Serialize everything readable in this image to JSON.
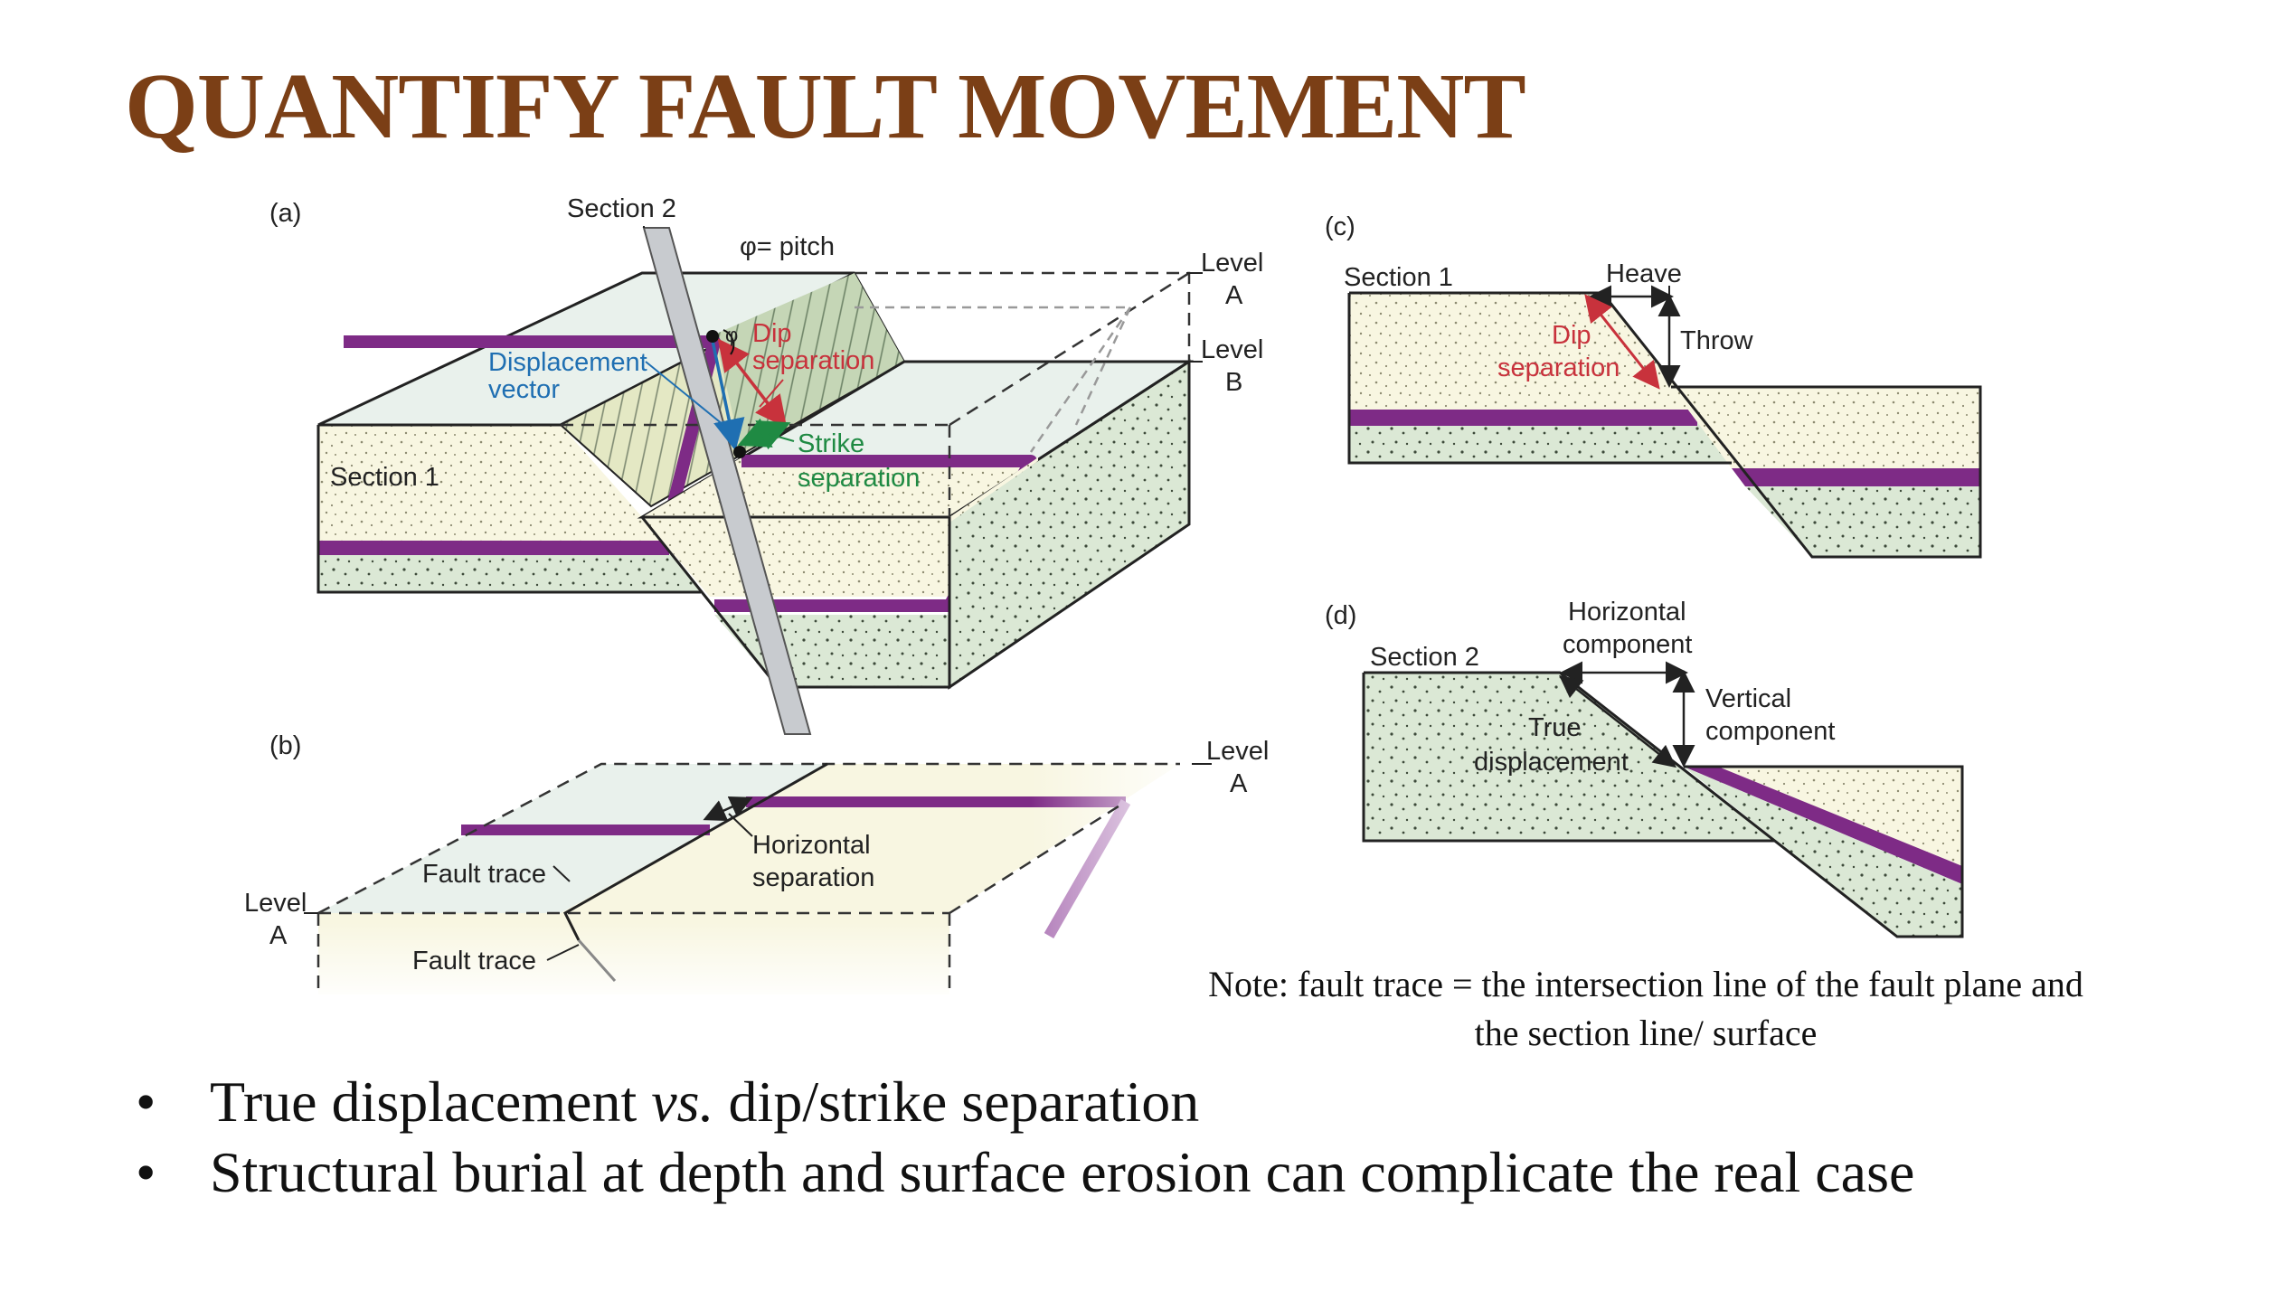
{
  "slide": {
    "title": "QUANTIFY FAULT MOVEMENT",
    "note": "Note: fault trace = the intersection line of the fault plane and the section line/ surface",
    "bullets": [
      {
        "marker": "•",
        "parts": [
          "True displacement ",
          "vs.",
          " dip/strike separation"
        ]
      },
      {
        "marker": "•",
        "text": "Structural burial at depth and surface erosion can complicate the real case"
      }
    ]
  },
  "figure": {
    "panel_a": {
      "tag": "(a)",
      "section2": "Section 2",
      "pitch": "φ= pitch",
      "phi": "φ",
      "level_a": [
        "Level",
        "A"
      ],
      "level_b": [
        "Level",
        "B"
      ],
      "displacement_vector": [
        "Displacement",
        "vector"
      ],
      "dip_separation": [
        "Dip",
        "separation"
      ],
      "strike_separation": [
        "Strike",
        "separation"
      ],
      "section1": "Section 1"
    },
    "panel_b": {
      "tag": "(b)",
      "level_a_right": [
        "Level",
        "A"
      ],
      "level_a_left": [
        "Level",
        "A"
      ],
      "fault_trace_upper": "Fault trace",
      "fault_trace_lower": "Fault trace",
      "horizontal_separation": [
        "Horizontal",
        "separation"
      ]
    },
    "panel_c": {
      "tag": "(c)",
      "section1": "Section 1",
      "heave": "Heave",
      "throw": "Throw",
      "dip_separation": [
        "Dip",
        "separation"
      ]
    },
    "panel_d": {
      "tag": "(d)",
      "section2": "Section 2",
      "horizontal_component": [
        "Horizontal",
        "component"
      ],
      "vertical_component": [
        "Vertical",
        "component"
      ],
      "true_displacement": [
        "True",
        "displacement"
      ]
    }
  },
  "colors": {
    "title": "#7b3f16",
    "marker_bed": "#7e2b86",
    "sand": "#f8f6e1",
    "green_layer": "#dbe8d5",
    "top_surface": "#e9f1ec",
    "fault_plane": "#c5d6b6",
    "displacement_blue": "#1f6fb2",
    "dip_red": "#c8323c",
    "strike_green": "#1f8a43"
  }
}
